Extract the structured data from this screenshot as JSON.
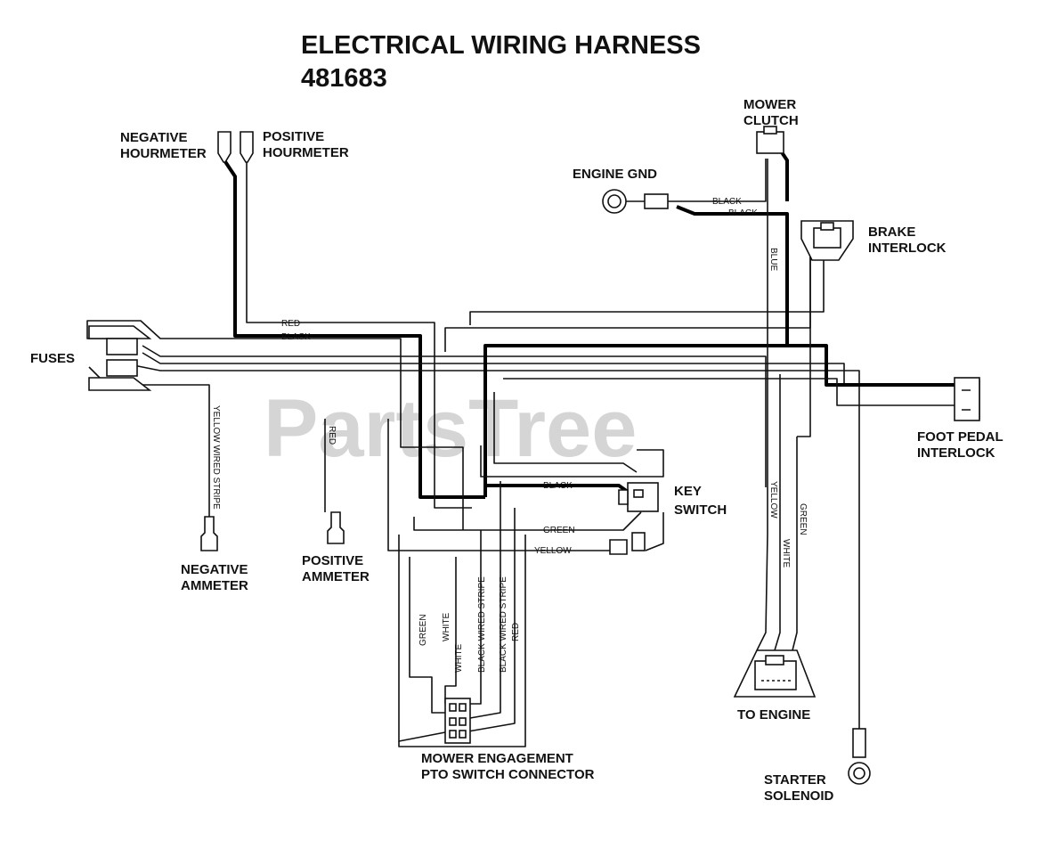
{
  "title": "ELECTRICAL WIRING HARNESS",
  "part_number": "481683",
  "watermark": "PartsTree",
  "components": {
    "negative_hourmeter": [
      "NEGATIVE",
      "HOURMETER"
    ],
    "positive_hourmeter": [
      "POSITIVE",
      "HOURMETER"
    ],
    "mower_clutch": [
      "MOWER",
      "CLUTCH"
    ],
    "engine_gnd": "ENGINE GND",
    "brake_interlock": [
      "BRAKE",
      "INTERLOCK"
    ],
    "fuses": "FUSES",
    "foot_pedal_interlock": [
      "FOOT PEDAL",
      "INTERLOCK"
    ],
    "key_switch": [
      "KEY",
      "SWITCH"
    ],
    "negative_ammeter": [
      "NEGATIVE",
      "AMMETER"
    ],
    "positive_ammeter": [
      "POSITIVE",
      "AMMETER"
    ],
    "to_engine": "TO ENGINE",
    "pto_connector": [
      "MOWER ENGAGEMENT",
      "PTO SWITCH CONNECTOR"
    ],
    "starter_solenoid": [
      "STARTER",
      "SOLENOID"
    ]
  },
  "wire_labels": {
    "red_top": "RED",
    "black_top": "BLACK",
    "clutch_black": "BLACK",
    "gnd_black": "BLACK",
    "blue": "BLUE",
    "yellow_stripe": "YELLOW WIRED STRIPE",
    "red_ammeter": "RED",
    "key_black": "BLACK",
    "key_green": "GREEN",
    "key_yellow": "YELLOW",
    "engine_yellow": "YELLOW",
    "engine_white": "WHITE",
    "engine_green": "GREEN",
    "pto_green": "GREEN",
    "pto_white1": "WHITE",
    "pto_white2": "WHITE",
    "pto_black_stripe": "BLACK WIRED STRIPE",
    "pto_black_stripe2": "BLACK WIRED STRIPE",
    "pto_red": "RED"
  }
}
